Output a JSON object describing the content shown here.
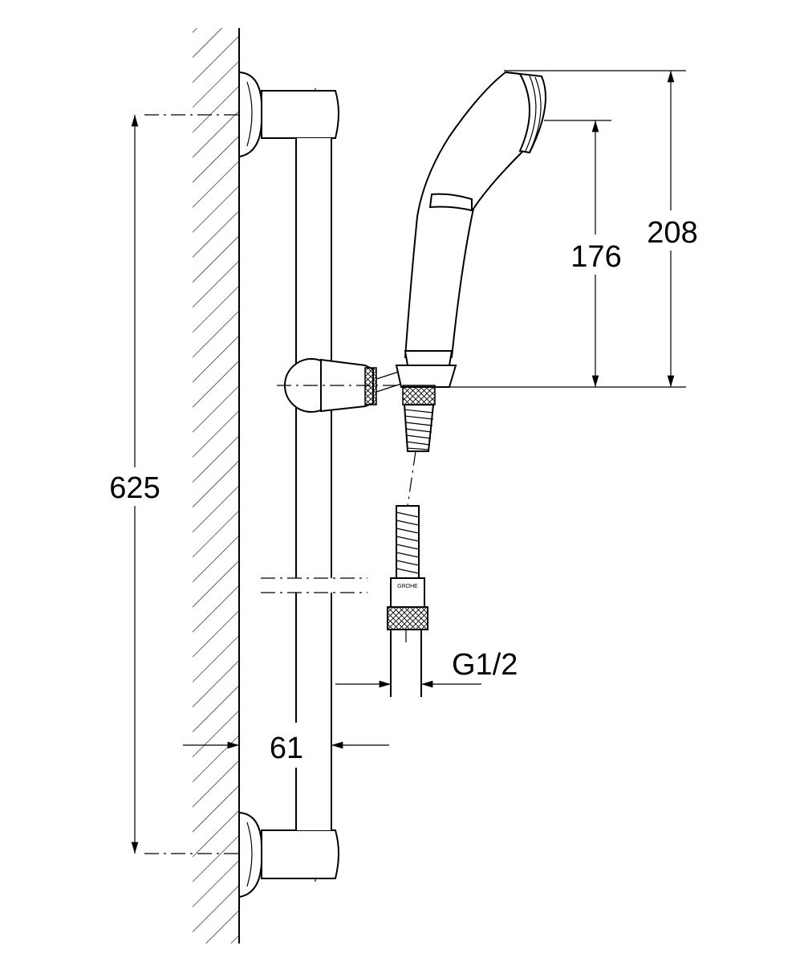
{
  "dimensions": {
    "rail_length": "625",
    "rail_offset": "61",
    "handshower_length": "208",
    "handshower_holder_to_head": "176",
    "connection_thread": "G1/2"
  },
  "brand_mark": "GROHE"
}
